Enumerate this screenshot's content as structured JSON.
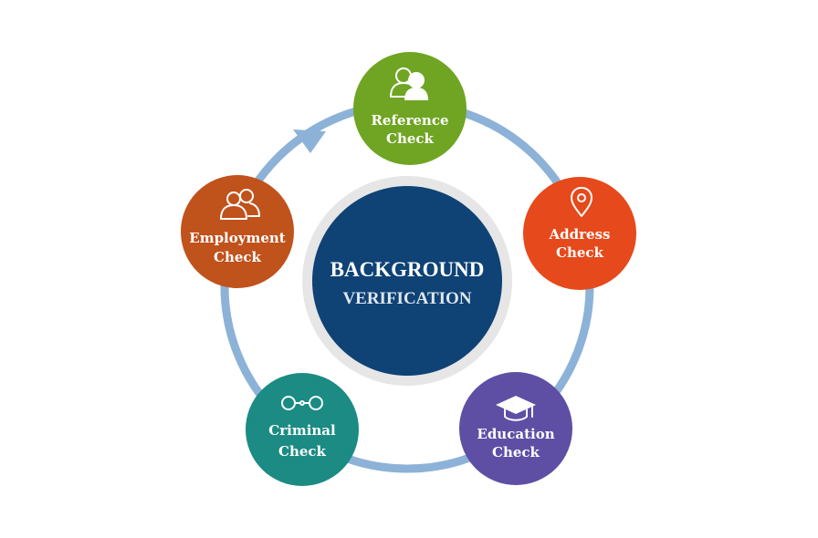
{
  "center": {
    "line1": "BACKGROUND",
    "line2": "VERIFICATION",
    "color": "#0f4275",
    "halo_color": "#e6e6e6"
  },
  "cycle": {
    "ring_color": "#8db2d8",
    "arrow_color": "#8db2d8",
    "direction": "clockwise"
  },
  "steps": [
    {
      "id": "reference",
      "line1": "Reference",
      "line2": "Check",
      "color": "#6fa523",
      "icon": "people-icon"
    },
    {
      "id": "address",
      "line1": "Address",
      "line2": "Check",
      "color": "#e6491b",
      "icon": "map-pin-icon"
    },
    {
      "id": "education",
      "line1": "Education",
      "line2": "Check",
      "color": "#5e4fa4",
      "icon": "graduation-cap-icon"
    },
    {
      "id": "criminal",
      "line1": "Criminal",
      "line2": "Check",
      "color": "#1b8b84",
      "icon": "handcuffs-icon"
    },
    {
      "id": "employment",
      "line1": "Employment",
      "line2": "Check",
      "color": "#c0521c",
      "icon": "employees-icon"
    }
  ]
}
